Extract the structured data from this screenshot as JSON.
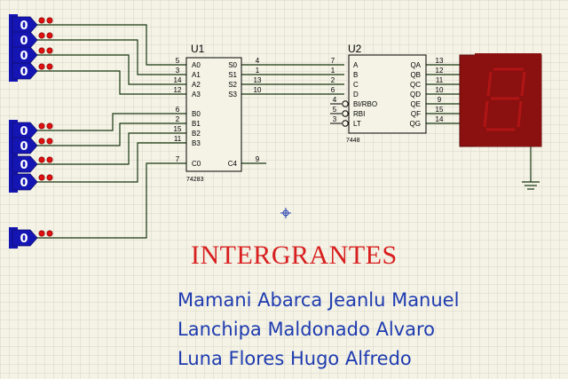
{
  "u1": {
    "name": "U1",
    "part": "74283",
    "inputs_a": [
      {
        "num": "5",
        "label": "A0"
      },
      {
        "num": "3",
        "label": "A1"
      },
      {
        "num": "14",
        "label": "A2"
      },
      {
        "num": "12",
        "label": "A3"
      }
    ],
    "inputs_b": [
      {
        "num": "6",
        "label": "B0"
      },
      {
        "num": "2",
        "label": "B1"
      },
      {
        "num": "15",
        "label": "B2"
      },
      {
        "num": "11",
        "label": "B3"
      }
    ],
    "carry_in": {
      "num": "7",
      "label": "C0"
    },
    "sums": [
      {
        "num": "4",
        "label": "S0"
      },
      {
        "num": "1",
        "label": "S1"
      },
      {
        "num": "13",
        "label": "S2"
      },
      {
        "num": "10",
        "label": "S3"
      }
    ],
    "carry_out": {
      "num": "9",
      "label": "C4"
    }
  },
  "u2": {
    "name": "U2",
    "part": "7448",
    "inputs": [
      {
        "num": "7",
        "label": "A"
      },
      {
        "num": "1",
        "label": "B"
      },
      {
        "num": "2",
        "label": "C"
      },
      {
        "num": "6",
        "label": "D"
      }
    ],
    "controls": [
      {
        "num": "4",
        "label": "BI/RBO"
      },
      {
        "num": "5",
        "label": "RBI"
      },
      {
        "num": "3",
        "label": "LT"
      }
    ],
    "outputs": [
      {
        "num": "13",
        "label": "QA"
      },
      {
        "num": "12",
        "label": "QB"
      },
      {
        "num": "11",
        "label": "QC"
      },
      {
        "num": "10",
        "label": "QD"
      },
      {
        "num": "9",
        "label": "QE"
      },
      {
        "num": "15",
        "label": "QF"
      },
      {
        "num": "14",
        "label": "QG"
      }
    ]
  },
  "logic_states": {
    "group_a": [
      "0",
      "0",
      "0",
      "0"
    ],
    "group_b": [
      "0",
      "0",
      "0",
      "0"
    ],
    "carry": [
      "0"
    ]
  },
  "display": {
    "digit": "8",
    "color": "#8b1010",
    "segment_color": "#b01515"
  },
  "colors": {
    "grid": "#d6d5c8",
    "wire": "#17360f",
    "chip": "#000000",
    "logic": "#1515b4",
    "title": "#d81e1e",
    "names": "#1f3bb0"
  },
  "title": "INTERGRANTES",
  "members": [
    "Mamani Abarca Jeanlu Manuel",
    "Lanchipa Maldonado Alvaro",
    "Luna Flores Hugo Alfredo"
  ]
}
